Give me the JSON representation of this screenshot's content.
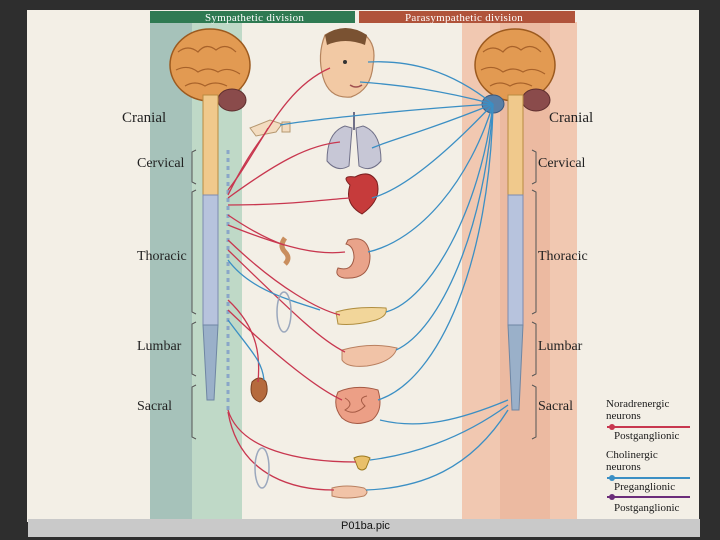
{
  "header": {
    "sympathetic": "Sympathetic division",
    "parasympathetic": "Parasympathetic division"
  },
  "left_labels": {
    "cranial": "Cranial",
    "cervical": "Cervical",
    "thoracic": "Thoracic",
    "lumbar": "Lumbar",
    "sacral": "Sacral"
  },
  "right_labels": {
    "cranial": "Cranial",
    "cervical": "Cervical",
    "thoracic": "Thoracic",
    "lumbar": "Lumbar",
    "sacral": "Sacral"
  },
  "legend": {
    "noradrenergic_1": "Noradrenergic",
    "noradrenergic_2": "neurons",
    "postganglionic_red": "Postganglionic",
    "cholinergic_1": "Cholinergic",
    "cholinergic_2": "neurons",
    "preganglionic": "Preganglionic",
    "postganglionic_purple": "Postganglionic"
  },
  "caption": "P01ba.pic",
  "colors": {
    "sympathetic_header": "#2f7a52",
    "parasympathetic_header": "#b0533a",
    "noradrenergic": "#c8374f",
    "cholinergic_pre": "#3b8fc4",
    "cholinergic_post": "#6b2d7a"
  },
  "icons": [
    "brain-icon",
    "face-icon",
    "lungs-icon",
    "heart-icon",
    "stomach-icon",
    "liver-icon",
    "intestine-icon",
    "bladder-icon",
    "kidney-icon",
    "genitals-icon",
    "gland-icon"
  ]
}
